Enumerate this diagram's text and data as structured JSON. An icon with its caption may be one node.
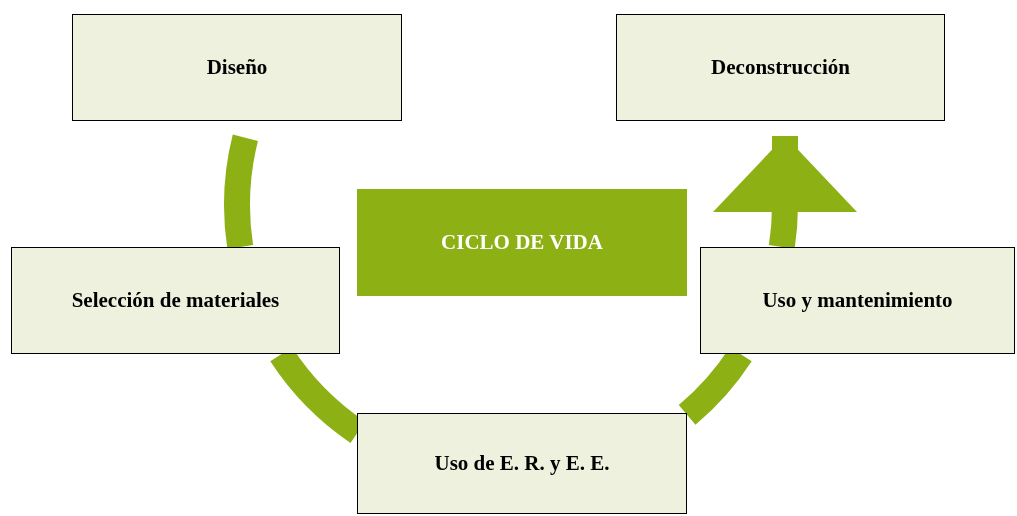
{
  "diagram": {
    "nodes": [
      {
        "text": [
          "Diseño"
        ]
      },
      {
        "text": [
          "Deconstrucción"
        ]
      },
      {
        "text": [
          "CICLO DE VIDA"
        ]
      },
      {
        "text": [
          "Selección de materiales"
        ]
      },
      {
        "text": [
          "Uso y mantenimiento"
        ]
      },
      {
        "text": [
          "Uso de E. R. y E. E."
        ]
      }
    ],
    "edges": [
      {
        "from": 0,
        "to": 3,
        "arrow": "none"
      },
      {
        "from": 3,
        "to": 5,
        "arrow": "none"
      },
      {
        "from": 5,
        "to": 4,
        "arrow": "none"
      },
      {
        "from": 4,
        "to": 1,
        "arrow": "to"
      }
    ]
  }
}
